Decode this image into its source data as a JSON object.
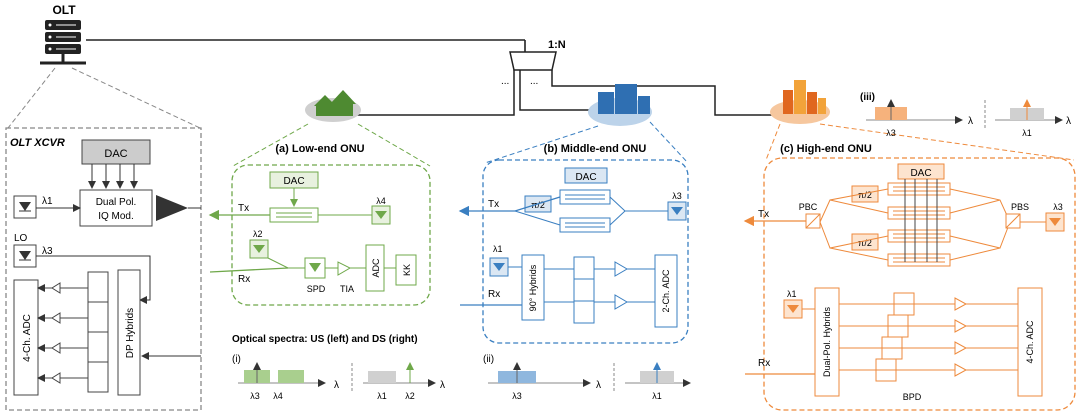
{
  "olt": {
    "label": "OLT",
    "xcvr_label": "OLT XCVR",
    "dac": "DAC",
    "mod_line1": "Dual Pol.",
    "mod_line2": "IQ Mod.",
    "lambda1": "λ1",
    "lo": "LO",
    "lambda3": "λ3",
    "adc": "4-Ch. ADC",
    "hybrids": "DP Hybrids"
  },
  "splitter": {
    "ratio": "1:N",
    "dots1": "...",
    "dots2": "..."
  },
  "low": {
    "title": "(a) Low-end ONU",
    "dac": "DAC",
    "tx": "Tx",
    "rx": "Rx",
    "lambda4": "λ4",
    "lambda2": "λ2",
    "spd": "SPD",
    "tia": "TIA",
    "adc": "ADC",
    "kk": "KK"
  },
  "mid": {
    "title": "(b) Middle-end ONU",
    "dac": "DAC",
    "pi2": "π/2",
    "tx": "Tx",
    "rx": "Rx",
    "lambda3": "λ3",
    "lambda1": "λ1",
    "hybrids": "90° Hybrids",
    "adc": "2-Ch. ADC"
  },
  "high": {
    "title": "(c) High-end ONU",
    "dac": "DAC",
    "pi2": "π/2",
    "tx": "Tx",
    "rx": "Rx",
    "pbc": "PBC",
    "pbs": "PBS",
    "lambda3": "λ3",
    "lambda1": "λ1",
    "hybrids": "Dual-Pol. Hybrids",
    "adc": "4-Ch. ADC",
    "bpd": "BPD"
  },
  "spectra": {
    "title": "Optical spectra: US (left) and DS (right)",
    "i": "(i)",
    "ii": "(ii)",
    "iii": "(iii)",
    "lambda": "λ",
    "l1": "λ1",
    "l2": "λ2",
    "l3": "λ3",
    "l4": "λ4"
  },
  "colors": {
    "green": "#6fa84a",
    "blue": "#3a7fc1",
    "orange": "#ee8a3c",
    "gray": "#666666"
  }
}
